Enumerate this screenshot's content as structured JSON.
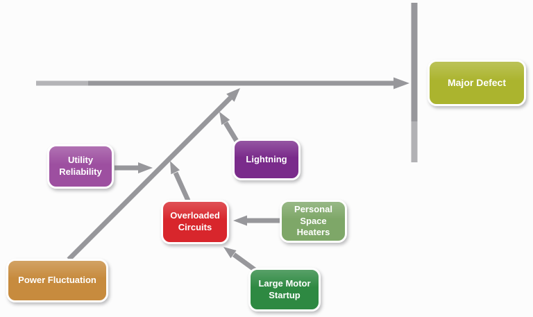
{
  "diagram": {
    "type": "fishbone",
    "line_color": "#97979b",
    "effect": {
      "label": "Major Defect",
      "color": "#abb42e"
    },
    "causes": {
      "power_fluctuation": {
        "label": "Power Fluctuation",
        "color": "#c78b3e"
      },
      "utility_reliability": {
        "label": "Utility Reliability",
        "color": "#9d4fa0"
      },
      "lightning": {
        "label": "Lightning",
        "color": "#7a2b8b"
      },
      "overloaded_circuits": {
        "label": "Overloaded Circuits",
        "color": "#d8262c"
      },
      "personal_space_heaters": {
        "label": "Personal Space Heaters",
        "color": "#7ea768"
      },
      "large_motor_startup": {
        "label": "Large Motor Startup",
        "color": "#2e8942"
      }
    }
  }
}
